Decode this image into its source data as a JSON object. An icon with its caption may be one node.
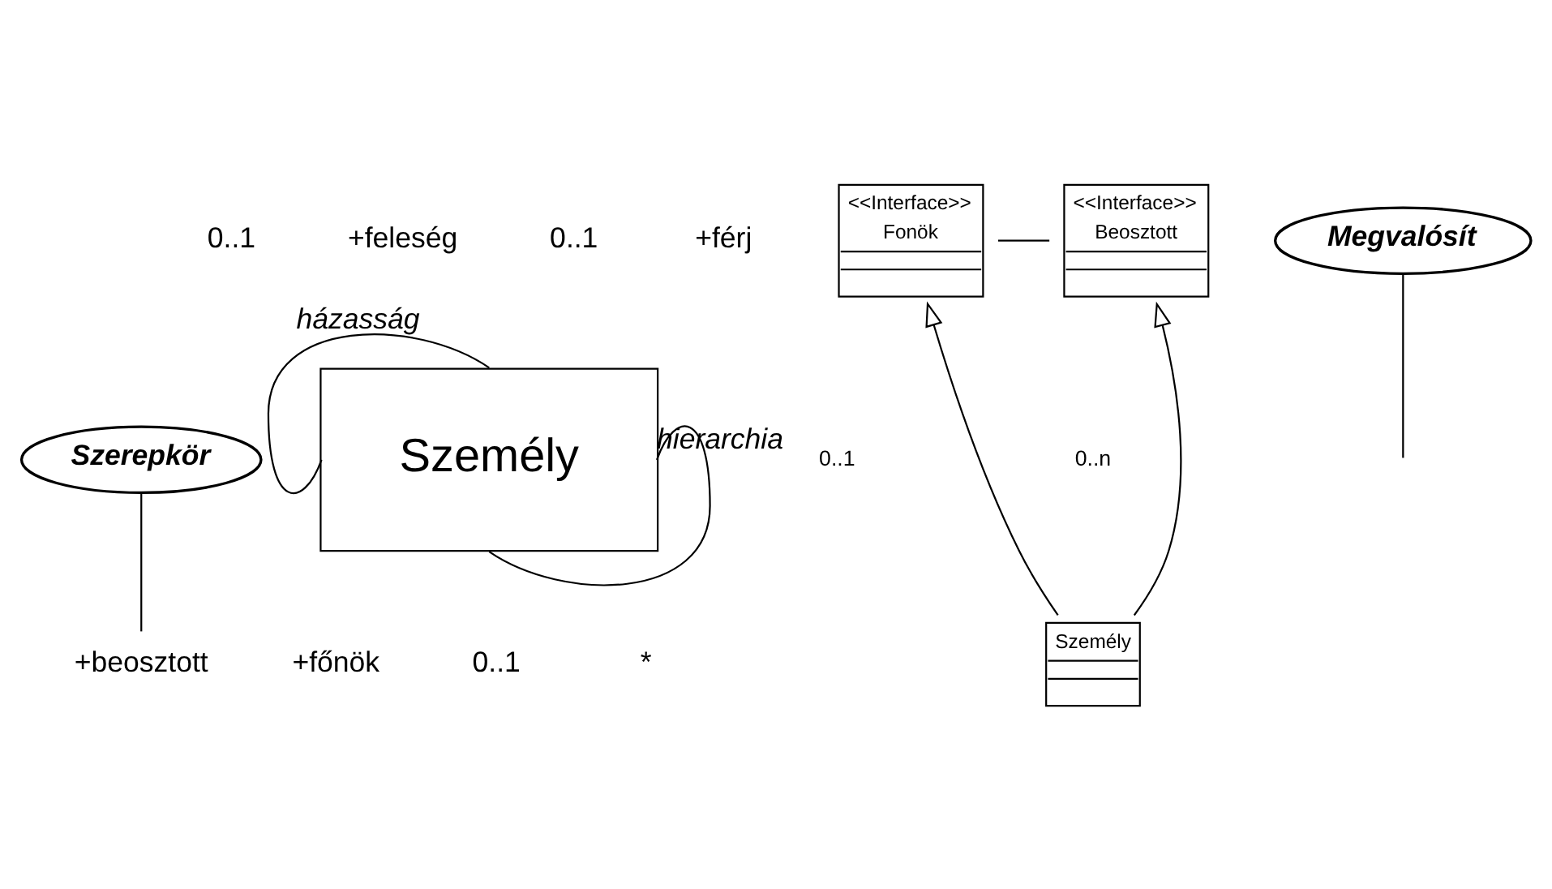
{
  "diagram": {
    "nodes": [
      {
        "text": [
          "Személy"
        ]
      },
      {
        "text": [
          "+beosztott"
        ]
      },
      {
        "text": [
          "Szerepkör"
        ]
      },
      {
        "text": [
          "<<Interface>>",
          "Fonök"
        ]
      },
      {
        "text": [
          "<<Interface>>",
          "Beosztott"
        ]
      },
      {
        "text": [
          "Személy"
        ]
      },
      {
        "text": [
          "Megvalósít"
        ]
      }
    ],
    "edges": [
      {
        "from": 0,
        "to": 0,
        "arrow": "none",
        "label": "házasság"
      },
      {
        "from": 0,
        "to": 0,
        "arrow": "none",
        "label": "hierarchia"
      },
      {
        "from": 2,
        "to": 1,
        "arrow": "none"
      },
      {
        "from": 3,
        "to": 4,
        "arrow": "none"
      },
      {
        "from": 5,
        "to": 3,
        "arrow": "to"
      },
      {
        "from": 5,
        "to": 4,
        "arrow": "to"
      },
      {
        "from": 6,
        "to": null,
        "arrow": "none"
      }
    ],
    "labels": [
      "0..1",
      "+feleség",
      "0..1",
      "+férj",
      "+főnök",
      "0..1",
      "*",
      "0..1",
      "0..n"
    ]
  }
}
